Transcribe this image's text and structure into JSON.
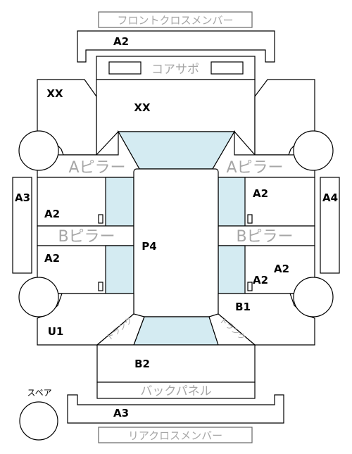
{
  "labels": {
    "front_cross_member": "フロントクロスメンバー",
    "rear_cross_member": "リアクロスメンバー",
    "core_support": "コアサポ",
    "a_pillar": "Aピラー",
    "b_pillar": "Bピラー",
    "back_panel": "バックパネル",
    "spare": "スペア",
    "trunk_left": "トランク",
    "trunk_right": "トランク"
  },
  "ratings": {
    "front_cross": "A2",
    "rear_cross": "A3",
    "left_fender": "XX",
    "hood": "XX",
    "left_side_sill": "A3",
    "right_side_sill": "A4",
    "left_front_door": "A2",
    "left_rear_door": "A2",
    "right_front_door": "A2",
    "right_rear_door_inner": "A2",
    "right_rear_door_outer": "A2",
    "roof": "P4",
    "right_quarter": "B1",
    "left_quarter": "U1",
    "trunk": "B2"
  }
}
